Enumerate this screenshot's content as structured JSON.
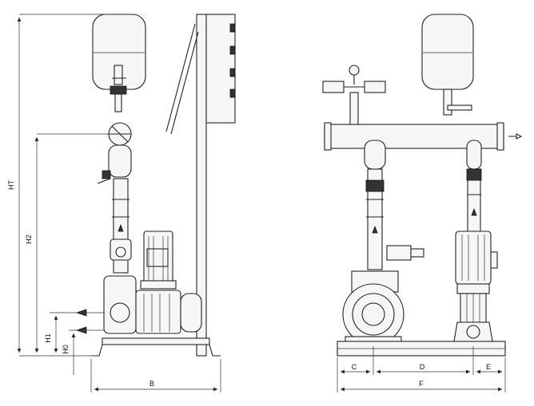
{
  "dimensions": {
    "ht": "HT",
    "h2": "H2",
    "h1": "H1",
    "h0": "H0",
    "b": "B",
    "c": "C",
    "d": "D",
    "e": "E",
    "f": "F"
  }
}
